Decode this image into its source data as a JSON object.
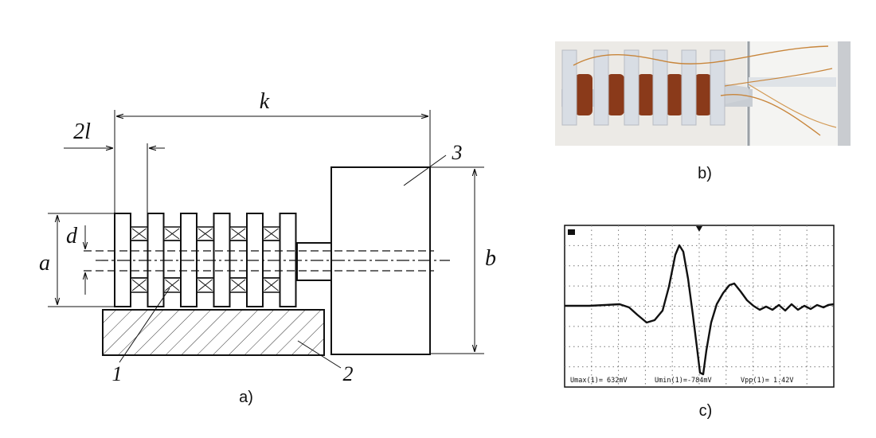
{
  "panel_a": {
    "caption": "a)",
    "dim_k": "k",
    "dim_2l": "2l",
    "dim_a": "a",
    "dim_b": "b",
    "dim_d": "d",
    "label_1": "1",
    "label_2": "2",
    "label_3": "3",
    "disk_count": 6,
    "coil_count": 5
  },
  "panel_b": {
    "caption": "b)",
    "description_colors": {
      "coil": "#8a3a1a",
      "disk": "#d8dde4",
      "background": "#f2f2f0"
    }
  },
  "panel_c": {
    "caption": "c)",
    "readout_max": "Umax(1)= 632mV",
    "readout_min": "Umin(1)=-784mV",
    "readout_vpp": "Vpp(1)= 1.42V"
  },
  "colors": {
    "line": "#111111",
    "hatch": "#333333"
  }
}
